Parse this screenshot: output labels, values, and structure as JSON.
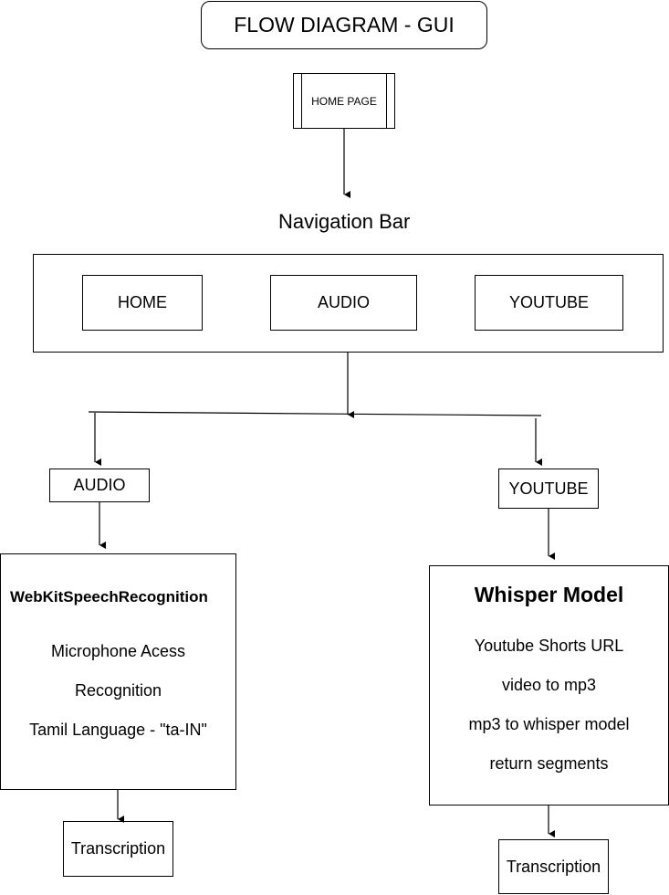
{
  "title": "FLOW DIAGRAM - GUI",
  "home_page": "HOME PAGE",
  "nav_bar": {
    "label": "Navigation Bar",
    "items": [
      {
        "label": "HOME"
      },
      {
        "label": "AUDIO"
      },
      {
        "label": "YOUTUBE"
      }
    ]
  },
  "audio_branch": {
    "label": "AUDIO",
    "panel": {
      "heading": "WebKitSpeechRecognition",
      "lines": [
        "Microphone Acess",
        "Recognition",
        "Tamil Language - \"ta-IN\""
      ]
    },
    "output": "Transcription"
  },
  "youtube_branch": {
    "label": "YOUTUBE",
    "panel": {
      "heading": "Whisper Model",
      "lines": [
        "Youtube Shorts URL",
        "video to mp3",
        "mp3 to whisper model",
        "return segments"
      ]
    },
    "output": "Transcription"
  }
}
